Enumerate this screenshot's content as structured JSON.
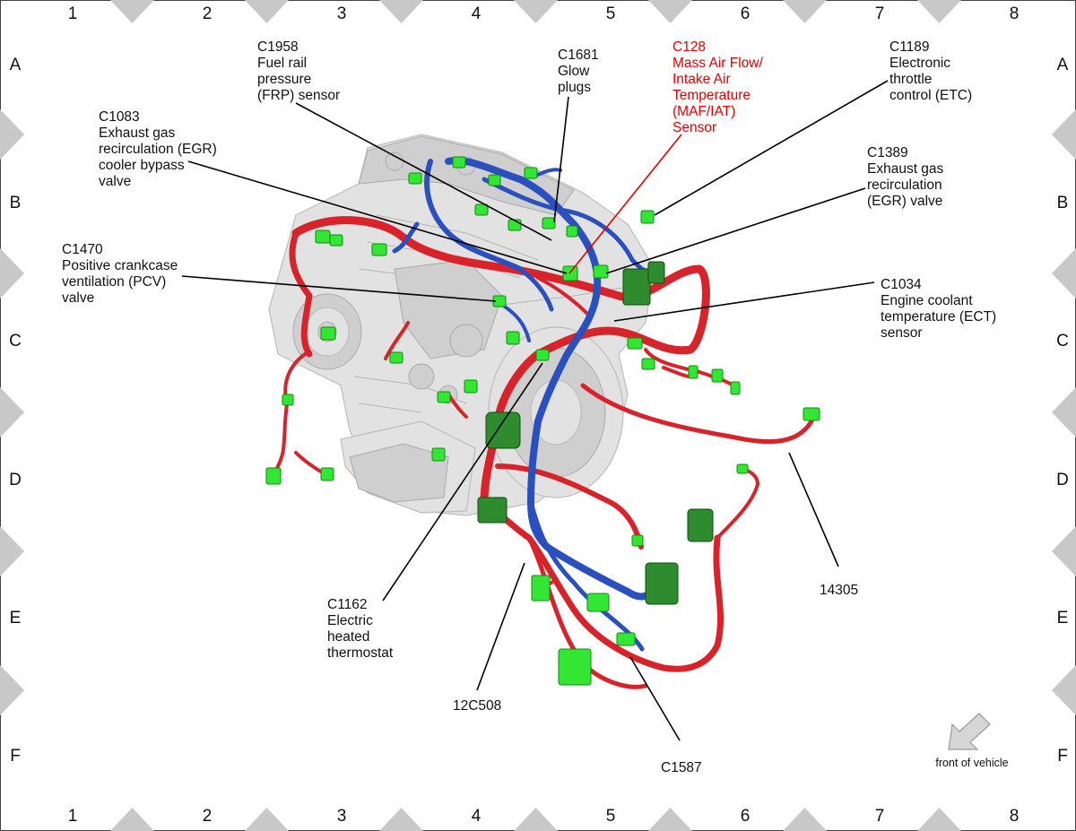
{
  "grid": {
    "columns": [
      "1",
      "2",
      "3",
      "4",
      "5",
      "6",
      "7",
      "8"
    ],
    "rows": [
      "A",
      "B",
      "C",
      "D",
      "E",
      "F"
    ]
  },
  "callouts": {
    "c1958": [
      "C1958",
      "Fuel rail",
      "pressure",
      "(FRP) sensor"
    ],
    "c1681": [
      "C1681",
      "Glow",
      "plugs"
    ],
    "c128": [
      "C128",
      "Mass Air Flow/",
      "Intake Air",
      "Temperature",
      "(MAF/IAT)",
      "Sensor"
    ],
    "c1189": [
      "C1189",
      "Electronic",
      "throttle",
      "control (ETC)"
    ],
    "c1083": [
      "C1083",
      "Exhaust gas",
      "recirculation (EGR)",
      "cooler bypass",
      "valve"
    ],
    "c1389": [
      "C1389",
      "Exhaust gas",
      "recirculation",
      "(EGR) valve"
    ],
    "c1470": [
      "C1470",
      "Positive crankcase",
      "ventilation (PCV)",
      "valve"
    ],
    "c1034": [
      "C1034",
      "Engine coolant",
      "temperature (ECT)",
      "sensor"
    ],
    "c1162": [
      "C1162",
      "Electric",
      "heated",
      "thermostat"
    ],
    "p14305": [
      "14305"
    ],
    "p12c508": [
      "12C508"
    ],
    "c1587": [
      "C1587"
    ]
  },
  "orientation": {
    "label": "front of vehicle",
    "icon": "arrow-icon"
  },
  "colors": {
    "highlight": "#e00000",
    "harness_red": "#d8232a",
    "harness_blue": "#2a4fbf",
    "connector_green": "#33e633",
    "frame_triangle": "#c8c8c8"
  }
}
